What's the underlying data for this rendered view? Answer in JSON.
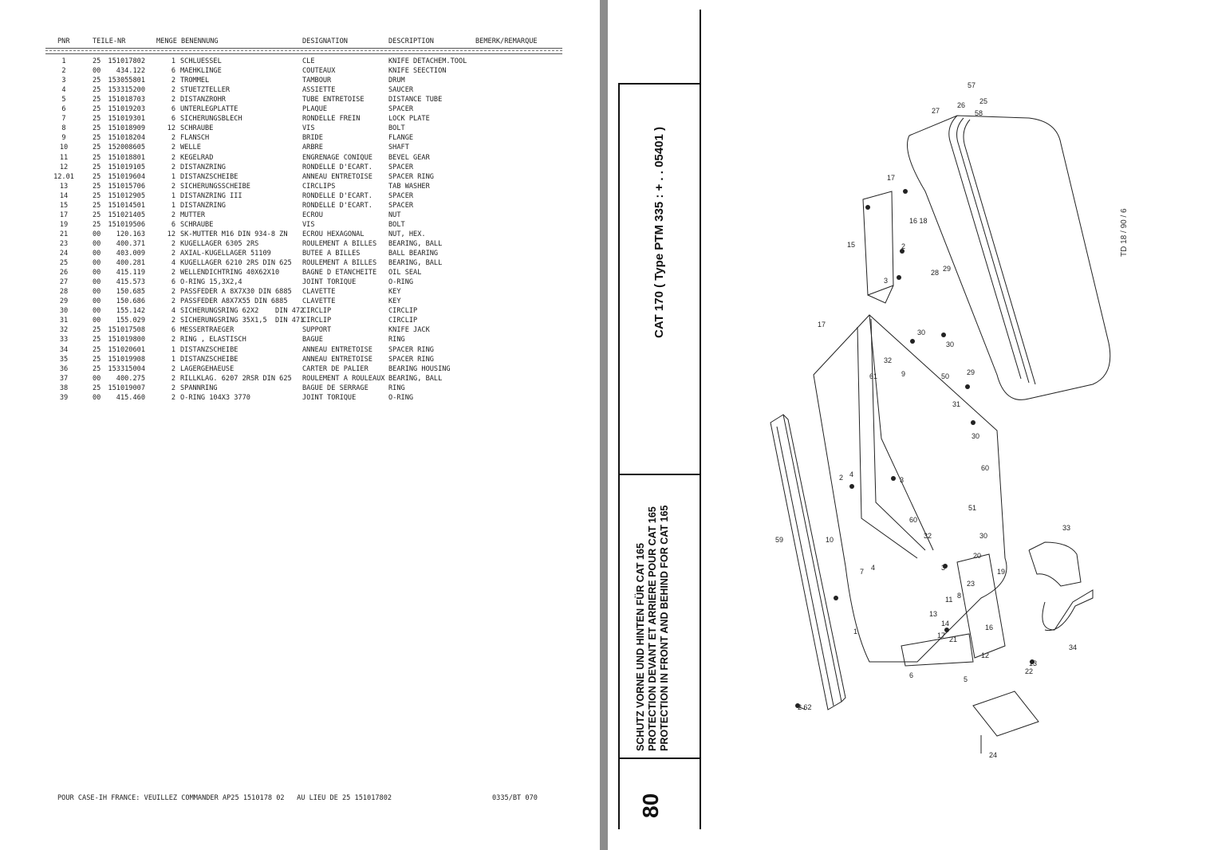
{
  "headers": {
    "pnr": "PNR",
    "teile_nr": "TEILE-NR",
    "menge_benennung": "MENGE BENENNUNG",
    "designation": "DESIGNATION",
    "description": "DESCRIPTION",
    "bemerk": "BEMERK/REMARQUE"
  },
  "parts": [
    {
      "pnr": "1",
      "pre": "25",
      "teil": "151017802",
      "menge": "1",
      "benennung": "SCHLUESSEL",
      "designation": "CLE",
      "description": "KNIFE DETACHEM.TOOL"
    },
    {
      "pnr": "2",
      "pre": "00",
      "teil": "434.122",
      "menge": "6",
      "benennung": "MAEHKLINGE",
      "designation": "COUTEAUX",
      "description": "KNIFE SEECTION"
    },
    {
      "pnr": "3",
      "pre": "25",
      "teil": "153055801",
      "menge": "2",
      "benennung": "TROMMEL",
      "designation": "TAMBOUR",
      "description": "DRUM"
    },
    {
      "pnr": "4",
      "pre": "25",
      "teil": "153315200",
      "menge": "2",
      "benennung": "STUETZTELLER",
      "designation": "ASSIETTE",
      "description": "SAUCER"
    },
    {
      "pnr": "5",
      "pre": "25",
      "teil": "151018703",
      "menge": "2",
      "benennung": "DISTANZROHR",
      "designation": "TUBE ENTRETOISE",
      "description": "DISTANCE TUBE"
    },
    {
      "pnr": "6",
      "pre": "25",
      "teil": "151019203",
      "menge": "6",
      "benennung": "UNTERLEGPLATTE",
      "designation": "PLAQUE",
      "description": "SPACER"
    },
    {
      "pnr": "7",
      "pre": "25",
      "teil": "151019301",
      "menge": "6",
      "benennung": "SICHERUNGSBLECH",
      "designation": "RONDELLE FREIN",
      "description": "LOCK PLATE"
    },
    {
      "pnr": "8",
      "pre": "25",
      "teil": "151018909",
      "menge": "12",
      "benennung": "SCHRAUBE",
      "designation": "VIS",
      "description": "BOLT"
    },
    {
      "pnr": "9",
      "pre": "25",
      "teil": "151018204",
      "menge": "2",
      "benennung": "FLANSCH",
      "designation": "BRIDE",
      "description": "FLANGE"
    },
    {
      "pnr": "10",
      "pre": "25",
      "teil": "152008605",
      "menge": "2",
      "benennung": "WELLE",
      "designation": "ARBRE",
      "description": "SHAFT"
    },
    {
      "pnr": "11",
      "pre": "25",
      "teil": "151018801",
      "menge": "2",
      "benennung": "KEGELRAD",
      "designation": "ENGRENAGE CONIQUE",
      "description": "BEVEL GEAR"
    },
    {
      "pnr": "12",
      "pre": "25",
      "teil": "151019105",
      "menge": "2",
      "benennung": "DISTANZRING",
      "designation": "RONDELLE D'ECART.",
      "description": "SPACER"
    },
    {
      "pnr": "12.01",
      "pre": "25",
      "teil": "151019604",
      "menge": "1",
      "benennung": "DISTANZSCHEIBE",
      "designation": "ANNEAU ENTRETOISE",
      "description": "SPACER RING"
    },
    {
      "pnr": "13",
      "pre": "25",
      "teil": "151015706",
      "menge": "2",
      "benennung": "SICHERUNGSSCHEIBE",
      "designation": "CIRCLIPS",
      "description": "TAB WASHER"
    },
    {
      "pnr": "14",
      "pre": "25",
      "teil": "151012905",
      "menge": "1",
      "benennung": "DISTANZRING III",
      "designation": "RONDELLE D'ECART.",
      "description": "SPACER"
    },
    {
      "pnr": "15",
      "pre": "25",
      "teil": "151014501",
      "menge": "1",
      "benennung": "DISTANZRING",
      "designation": "RONDELLE D'ECART.",
      "description": "SPACER"
    },
    {
      "pnr": "17",
      "pre": "25",
      "teil": "151021405",
      "menge": "2",
      "benennung": "MUTTER",
      "designation": "ECROU",
      "description": "NUT"
    },
    {
      "pnr": "19",
      "pre": "25",
      "teil": "151019506",
      "menge": "6",
      "benennung": "SCHRAUBE",
      "designation": "VIS",
      "description": "BOLT"
    },
    {
      "pnr": "21",
      "pre": "00",
      "teil": "120.163",
      "menge": "12",
      "benennung": "SK-MUTTER M16 DIN 934-8 ZN",
      "designation": "ECROU HEXAGONAL",
      "description": "NUT, HEX."
    },
    {
      "pnr": "23",
      "pre": "00",
      "teil": "400.371",
      "menge": "2",
      "benennung": "KUGELLAGER 6305 2RS",
      "designation": "ROULEMENT A BILLES",
      "description": "BEARING, BALL"
    },
    {
      "pnr": "24",
      "pre": "00",
      "teil": "403.009",
      "menge": "2",
      "benennung": "AXIAL-KUGELLAGER 51109",
      "designation": "BUTEE A BILLES",
      "description": "BALL BEARING"
    },
    {
      "pnr": "25",
      "pre": "00",
      "teil": "400.281",
      "menge": "4",
      "benennung": "KUGELLAGER 6210 2RS DIN 625",
      "designation": "ROULEMENT A BILLES",
      "description": "BEARING, BALL"
    },
    {
      "pnr": "26",
      "pre": "00",
      "teil": "415.119",
      "menge": "2",
      "benennung": "WELLENDICHTRING 40X62X10",
      "designation": "BAGNE D ETANCHEITE",
      "description": "OIL SEAL"
    },
    {
      "pnr": "27",
      "pre": "00",
      "teil": "415.573",
      "menge": "6",
      "benennung": "O-RING 15,3X2,4",
      "designation": "JOINT TORIQUE",
      "description": "O-RING"
    },
    {
      "pnr": "28",
      "pre": "00",
      "teil": "150.685",
      "menge": "2",
      "benennung": "PASSFEDER A 8X7X30 DIN 6885",
      "designation": "CLAVETTE",
      "description": "KEY"
    },
    {
      "pnr": "29",
      "pre": "00",
      "teil": "150.686",
      "menge": "2",
      "benennung": "PASSFEDER A8X7X55 DIN 6885",
      "designation": "CLAVETTE",
      "description": "KEY"
    },
    {
      "pnr": "30",
      "pre": "00",
      "teil": "155.142",
      "menge": "4",
      "benennung": "SICHERUNGSRING 62X2    DIN 472",
      "designation": "CIRCLIP",
      "description": "CIRCLIP"
    },
    {
      "pnr": "31",
      "pre": "00",
      "teil": "155.029",
      "menge": "2",
      "benennung": "SICHERUNGSRING 35X1,5  DIN 471",
      "designation": "CIRCLIP",
      "description": "CIRCLIP"
    },
    {
      "pnr": "32",
      "pre": "25",
      "teil": "151017508",
      "menge": "6",
      "benennung": "MESSERTRAEGER",
      "designation": "SUPPORT",
      "description": "KNIFE JACK"
    },
    {
      "pnr": "33",
      "pre": "25",
      "teil": "151019800",
      "menge": "2",
      "benennung": "RING , ELASTISCH",
      "designation": "BAGUE",
      "description": "RING"
    },
    {
      "pnr": "34",
      "pre": "25",
      "teil": "151020601",
      "menge": "1",
      "benennung": "DISTANZSCHEIBE",
      "designation": "ANNEAU ENTRETOISE",
      "description": "SPACER RING"
    },
    {
      "pnr": "35",
      "pre": "25",
      "teil": "151019908",
      "menge": "1",
      "benennung": "DISTANZSCHEIBE",
      "designation": "ANNEAU ENTRETOISE",
      "description": "SPACER RING"
    },
    {
      "pnr": "36",
      "pre": "25",
      "teil": "153315004",
      "menge": "2",
      "benennung": "LAGERGEHAEUSE",
      "designation": "CARTER DE PALIER",
      "description": "BEARING HOUSING"
    },
    {
      "pnr": "37",
      "pre": "00",
      "teil": "400.275",
      "menge": "2",
      "benennung": "RILLKLAG. 6207 2RSR DIN 625",
      "designation": "ROULEMENT A ROULEAUX",
      "description": "BEARING, BALL"
    },
    {
      "pnr": "38",
      "pre": "25",
      "teil": "151019007",
      "menge": "2",
      "benennung": "SPANNRING",
      "designation": "BAGUE DE SERRAGE",
      "description": "RING"
    },
    {
      "pnr": "39",
      "pre": "00",
      "teil": "415.460",
      "menge": "2",
      "benennung": "O-RING 104X3 3770",
      "designation": "JOINT TORIQUE",
      "description": "O-RING"
    }
  ],
  "footer": {
    "note": "POUR CASE-IH FRANCE: VEUILLEZ COMMANDER AP25 1510178 02   AU LIEU DE 25 151017802",
    "code": "0335/BT 070"
  },
  "right_page": {
    "model": "CAT 170   ( Type  PTM  335 : + . . 05401 )",
    "title_de": "SCHUTZ VORNE UND HINTEN FÜR CAT 165",
    "title_fr": "PROTECTION DEVANT ET ARRIERE POUR CAT 165",
    "title_en": "PROTECTION IN FRONT AND BEHIND FOR CAT 165",
    "page_number": "80",
    "drawing_ref": "TD  18 / 90 / 6",
    "callouts": [
      "57",
      "26",
      "25",
      "27",
      "58",
      "17",
      "16",
      "18",
      "15",
      "2",
      "3",
      "28",
      "29",
      "30",
      "17",
      "32",
      "30",
      "61",
      "9",
      "50",
      "29",
      "8",
      "31",
      "30",
      "60",
      "2",
      "4",
      "3",
      "60",
      "59",
      "51",
      "32",
      "30",
      "20",
      "33",
      "7",
      "4",
      "3",
      "19",
      "23",
      "12",
      "11",
      "13",
      "14",
      "17",
      "21",
      "16",
      "12",
      "13",
      "34",
      "22",
      "1",
      "6",
      "5",
      "2",
      "62",
      "24",
      "10"
    ]
  }
}
